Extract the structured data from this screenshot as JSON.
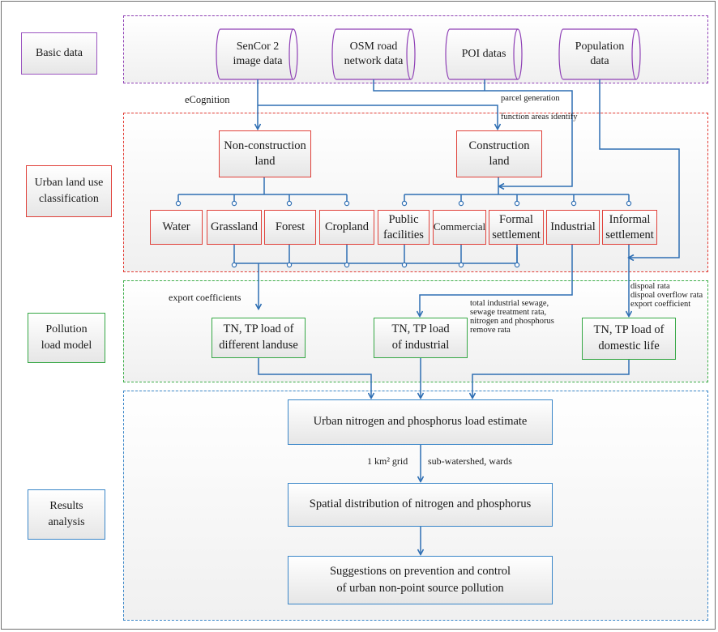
{
  "stages": {
    "basic": "Basic data",
    "classification": "Urban land use\nclassification",
    "pollution": "Pollution\nload model",
    "results": "Results\nanalysis"
  },
  "sources": {
    "sencor": "SenCor 2\nimage data",
    "osm": "OSM road\nnetwork data",
    "poi": "POI datas",
    "population": "Population\ndata"
  },
  "land": {
    "non_construction": "Non-construction\nland",
    "construction": "Construction\nland",
    "water": "Water",
    "grassland": "Grassland",
    "forest": "Forest",
    "cropland": "Cropland",
    "public": "Public\nfacilities",
    "commercial": "Commercial",
    "formal": "Formal\nsettlement",
    "industrial": "Industrial",
    "informal": "Informal\nsettlement"
  },
  "loads": {
    "landuse": "TN, TP load of\ndifferent landuse",
    "industrial": "TN, TP  load\nof industrial",
    "domestic": "TN, TP load of\ndomestic life"
  },
  "results": {
    "estimate": "Urban nitrogen and phosphorus load estimate",
    "spatial": "Spatial distribution of nitrogen and phosphorus",
    "suggestions": "Suggestions on prevention and control\nof urban non-point source pollution"
  },
  "notes": {
    "ecognition": "eCognition",
    "parcel": "parcel  generation",
    "function": "function areas identify",
    "export": "export  coefficients",
    "industrial_params": "total industrial sewage,\nsewage treatment rata,\nnitrogen and phosphorus\nremove rata",
    "domestic_params": "dispoal rata\ndispoal overflow rata\nexport coefficient",
    "grid": "1  km² grid",
    "units": "sub-watershed, wards"
  },
  "colors": {
    "arrow": "#2f6fb3",
    "basic_border": "#8e3fb5",
    "classification_border": "#e23b33",
    "pollution_border": "#3cae48",
    "results_border": "#3a86c8"
  }
}
